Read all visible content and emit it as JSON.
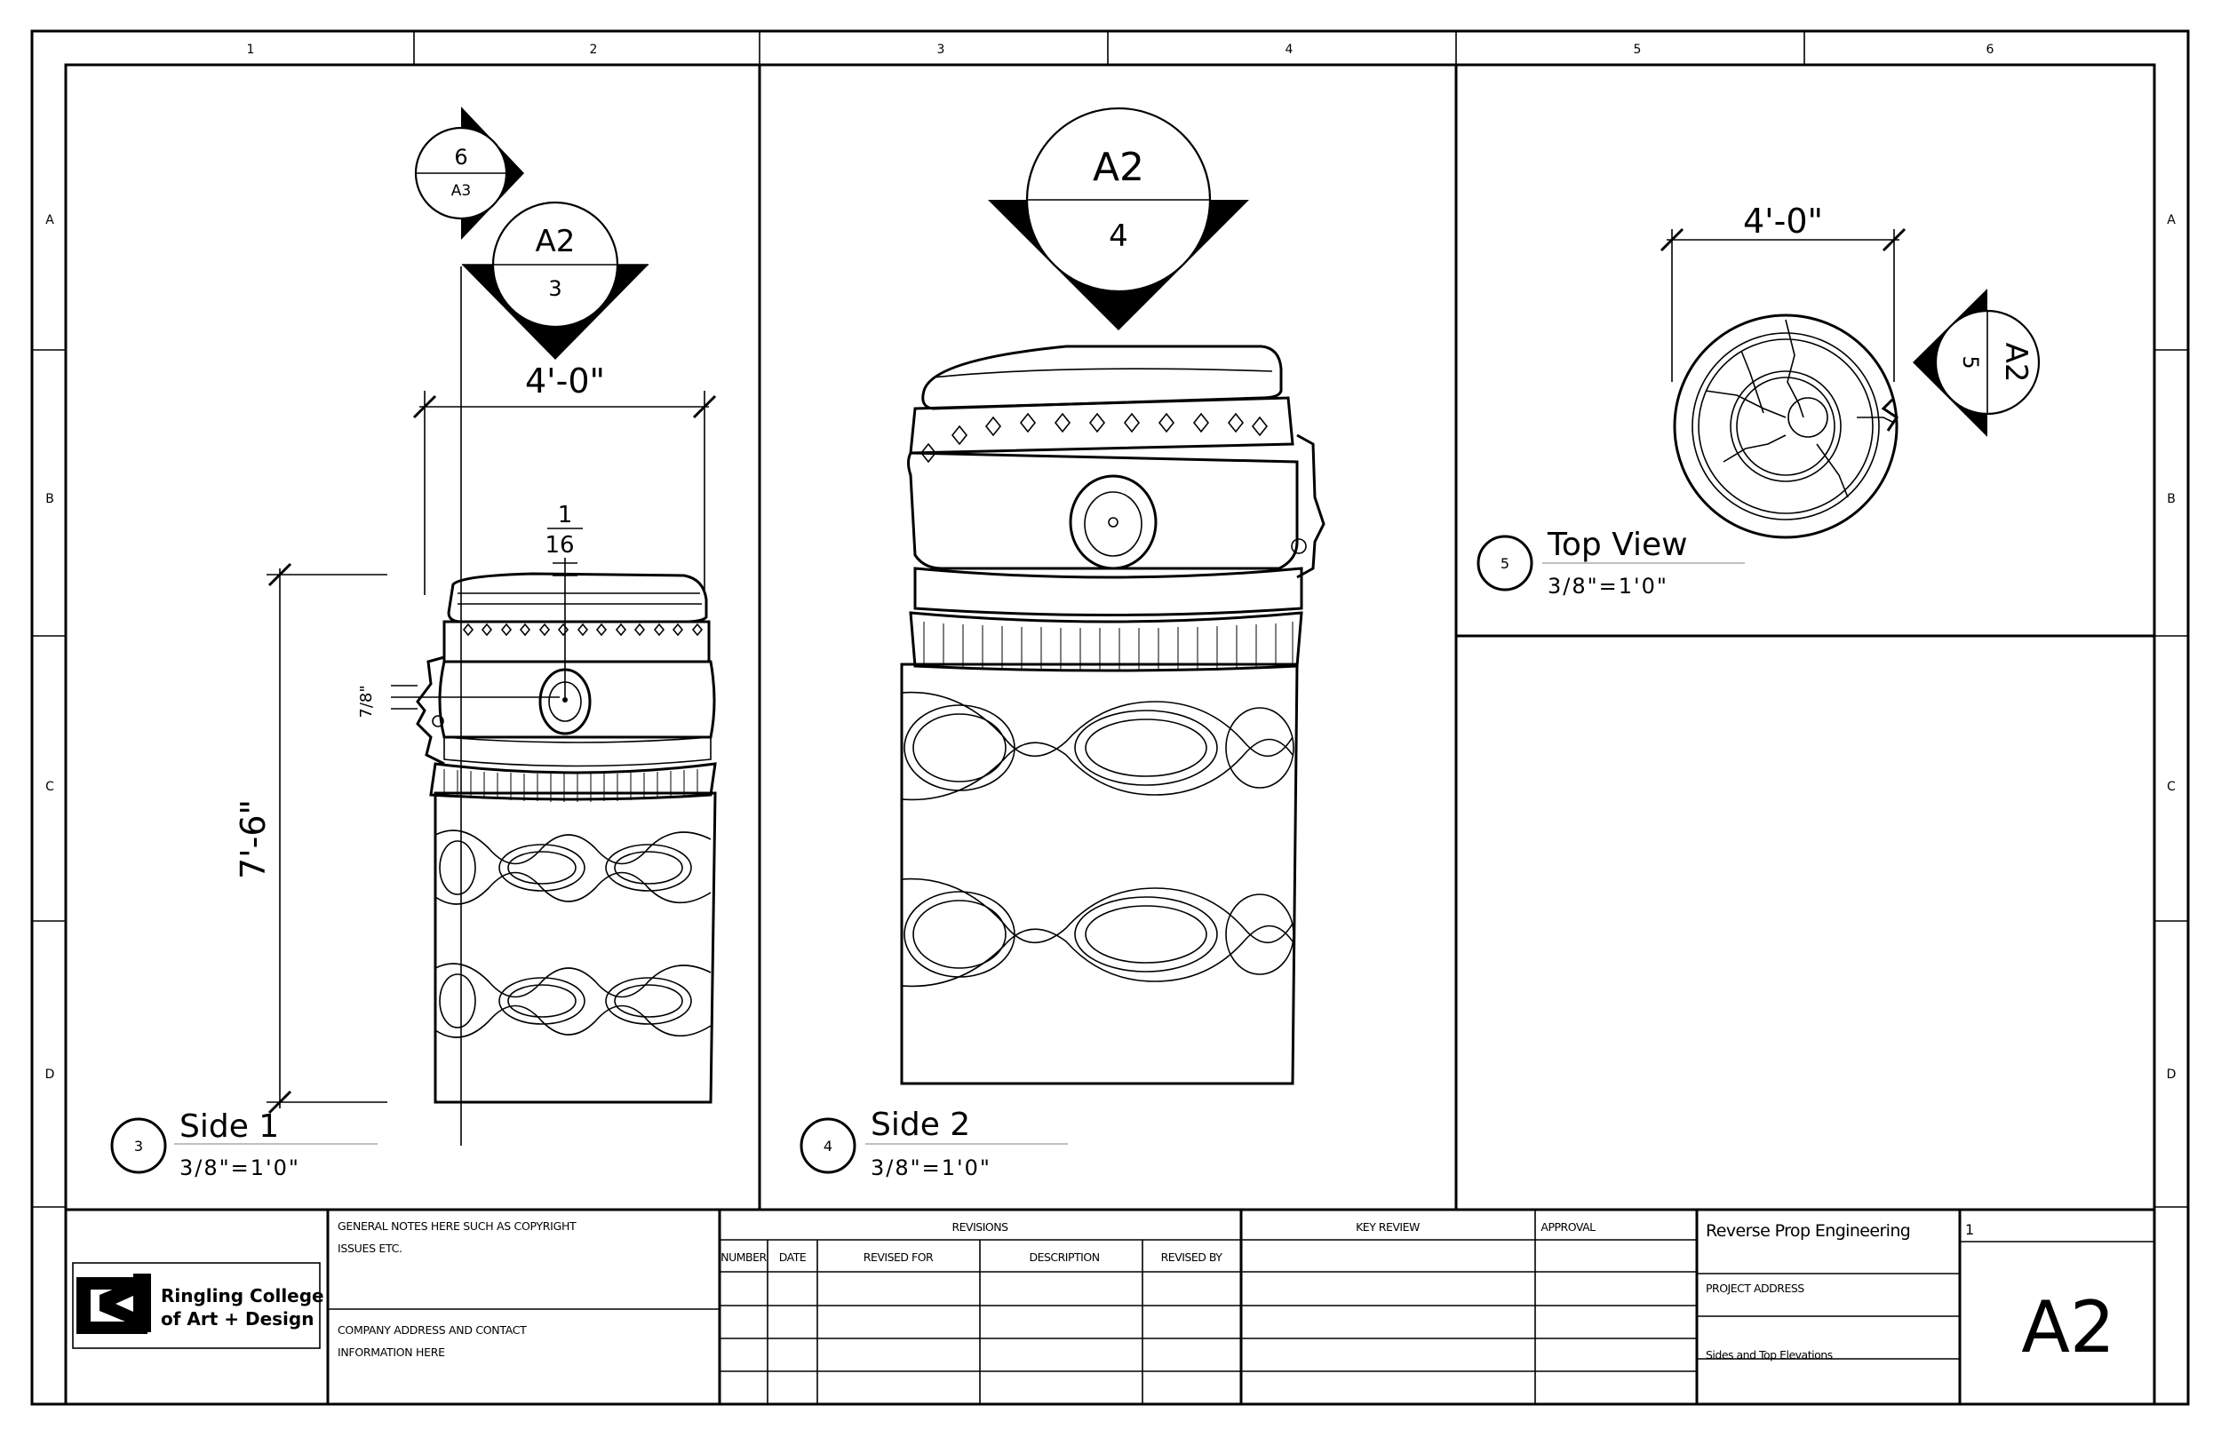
{
  "grid": {
    "columns": [
      "1",
      "2",
      "3",
      "4",
      "5",
      "6"
    ],
    "rows": [
      "A",
      "B",
      "C",
      "D"
    ]
  },
  "views": {
    "side1": {
      "number": "3",
      "title": "Side 1",
      "scale": "3/8\"=1'0\"",
      "section_marker_top": "6",
      "section_marker_bottom": "A3",
      "elevation_marker_top": "A2",
      "elevation_marker_bottom": "3",
      "width_dim": "4'-0\"",
      "height_dim": "7'-6\"",
      "small_dim_num": "1",
      "small_dim_den": "16",
      "eye_dim": "7/8\""
    },
    "side2": {
      "number": "4",
      "title": "Side 2",
      "scale": "3/8\"=1'0\"",
      "elevation_marker_top": "A2",
      "elevation_marker_bottom": "4"
    },
    "top": {
      "number": "5",
      "title": "Top View",
      "scale": "3/8\"=1'0\"",
      "width_dim": "4'-0\"",
      "elevation_marker_top": "A2",
      "elevation_marker_bottom": "5"
    }
  },
  "title_block": {
    "logo_line1": "Ringling College",
    "logo_line2": "of Art + Design",
    "notes": "GENERAL NOTES HERE SUCH AS COPYRIGHT ISSUES ETC.",
    "notes_line1": "GENERAL NOTES HERE SUCH AS COPYRIGHT",
    "notes_line2": "ISSUES ETC.",
    "company_line1": "COMPANY ADDRESS AND CONTACT",
    "company_line2": "INFORMATION HERE",
    "revisions_title": "REVISIONS",
    "revision_columns": [
      "NUMBER",
      "DATE",
      "REVISED FOR",
      "DESCRIPTION",
      "REVISED BY"
    ],
    "key_review": "KEY REVIEW",
    "approval": "APPROVAL",
    "project_name": "Reverse Prop Engineering",
    "project_address": "PROJECT ADDRESS",
    "sheet_description": "Sides and Top Elevations",
    "sheet_index": "1",
    "sheet_number": "A2"
  }
}
